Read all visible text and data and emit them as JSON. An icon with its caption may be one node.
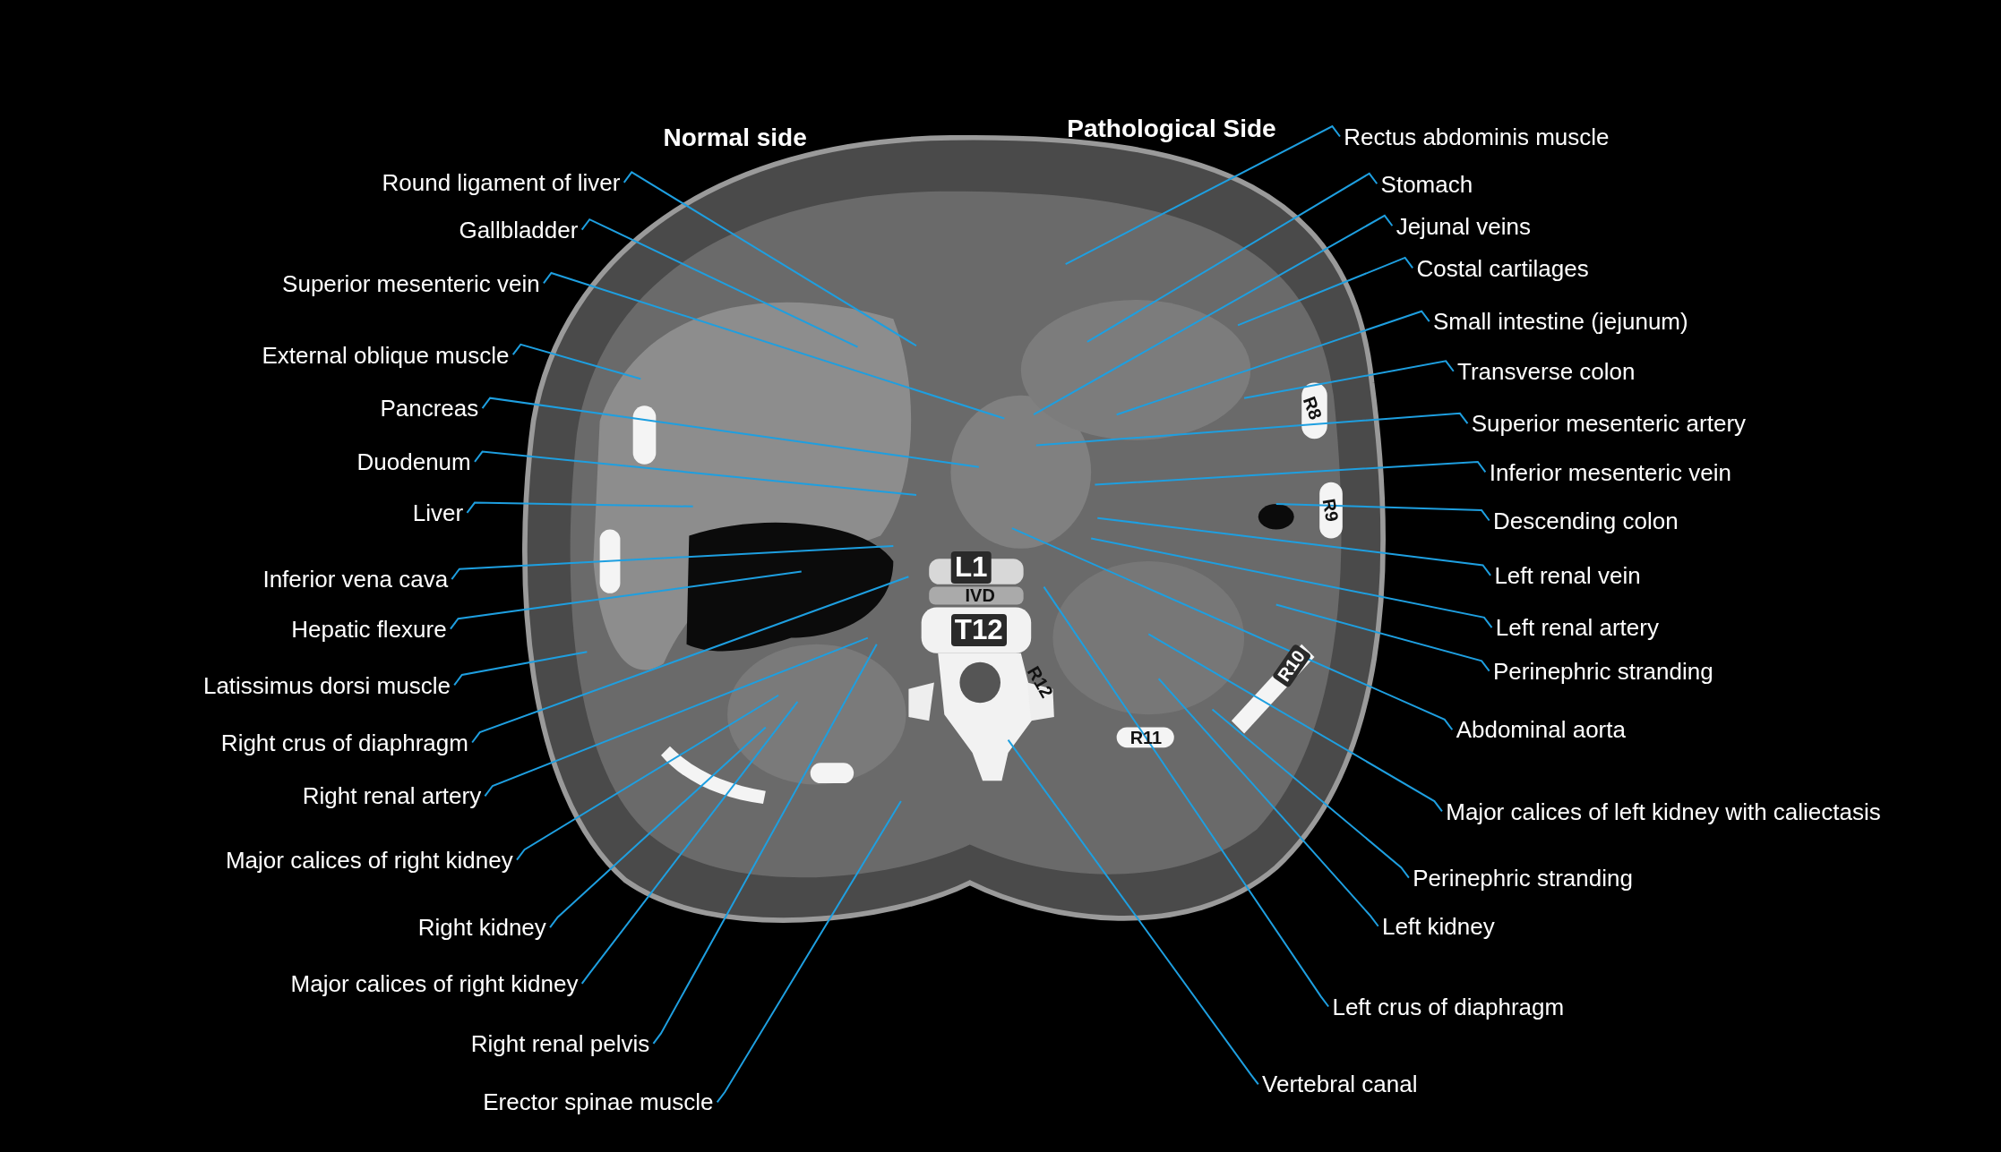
{
  "diagram": {
    "nodes": [
      {
        "text": [
          "Round ligament of liver"
        ]
      },
      {
        "text": [
          "Gallbladder"
        ]
      },
      {
        "text": [
          "Superior mesenteric vein"
        ]
      },
      {
        "text": [
          "External oblique muscle"
        ]
      },
      {
        "text": [
          "Pancreas"
        ]
      },
      {
        "text": [
          "Duodenum"
        ]
      },
      {
        "text": [
          "Liver"
        ]
      },
      {
        "text": [
          "Inferior vena cava"
        ]
      },
      {
        "text": [
          "Hepatic flexure"
        ]
      },
      {
        "text": [
          "Latissimus dorsi muscle"
        ]
      },
      {
        "text": [
          "Right crus of diaphragm"
        ]
      },
      {
        "text": [
          "Right renal artery"
        ]
      },
      {
        "text": [
          "Major calices of right kidney"
        ]
      },
      {
        "text": [
          "Right kidney"
        ]
      },
      {
        "text": [
          "Major calices of right kidney"
        ]
      },
      {
        "text": [
          "Right renal pelvis"
        ]
      },
      {
        "text": [
          "Erector spinae muscle"
        ]
      },
      {
        "text": [
          "Rectus abdominis muscle"
        ]
      },
      {
        "text": [
          "Stomach"
        ]
      },
      {
        "text": [
          "Jejunal veins"
        ]
      },
      {
        "text": [
          "Costal cartilages"
        ]
      },
      {
        "text": [
          "Small intestine (jejunum)"
        ]
      },
      {
        "text": [
          "Transverse colon"
        ]
      },
      {
        "text": [
          "Superior mesenteric artery"
        ]
      },
      {
        "text": [
          "Inferior mesenteric vein"
        ]
      },
      {
        "text": [
          "Descending colon"
        ]
      },
      {
        "text": [
          "Left renal vein"
        ]
      },
      {
        "text": [
          "Left renal artery"
        ]
      },
      {
        "text": [
          "Perinephric stranding"
        ]
      },
      {
        "text": [
          "Abdominal aorta"
        ]
      },
      {
        "text": [
          "Major calices of left kidney with caliectasis"
        ]
      },
      {
        "text": [
          "Perinephric stranding"
        ]
      },
      {
        "text": [
          "Left kidney"
        ]
      },
      {
        "text": [
          "Left crus of diaphragm"
        ]
      },
      {
        "text": [
          "Vertebral canal"
        ]
      }
    ],
    "edges": [
      {
        "from": 0,
        "to": null,
        "arrow": "none"
      },
      {
        "from": 1,
        "to": null,
        "arrow": "none"
      },
      {
        "from": 2,
        "to": null,
        "arrow": "none"
      },
      {
        "from": 3,
        "to": null,
        "arrow": "none"
      },
      {
        "from": 4,
        "to": null,
        "arrow": "none"
      },
      {
        "from": 5,
        "to": null,
        "arrow": "none"
      },
      {
        "from": 6,
        "to": null,
        "arrow": "none"
      },
      {
        "from": 7,
        "to": null,
        "arrow": "none"
      },
      {
        "from": 8,
        "to": null,
        "arrow": "none"
      },
      {
        "from": 9,
        "to": null,
        "arrow": "none"
      },
      {
        "from": 10,
        "to": null,
        "arrow": "none"
      },
      {
        "from": 11,
        "to": null,
        "arrow": "none"
      },
      {
        "from": 12,
        "to": null,
        "arrow": "none"
      },
      {
        "from": 13,
        "to": null,
        "arrow": "none"
      },
      {
        "from": 14,
        "to": null,
        "arrow": "none"
      },
      {
        "from": 15,
        "to": null,
        "arrow": "none"
      },
      {
        "from": 16,
        "to": null,
        "arrow": "none"
      },
      {
        "from": 17,
        "to": null,
        "arrow": "none"
      },
      {
        "from": 18,
        "to": null,
        "arrow": "none"
      },
      {
        "from": 19,
        "to": null,
        "arrow": "none"
      },
      {
        "from": 20,
        "to": null,
        "arrow": "none"
      },
      {
        "from": 21,
        "to": null,
        "arrow": "none"
      },
      {
        "from": 22,
        "to": null,
        "arrow": "none"
      },
      {
        "from": 23,
        "to": null,
        "arrow": "none"
      },
      {
        "from": 24,
        "to": null,
        "arrow": "none"
      },
      {
        "from": 25,
        "to": null,
        "arrow": "none"
      },
      {
        "from": 26,
        "to": null,
        "arrow": "none"
      },
      {
        "from": 27,
        "to": null,
        "arrow": "none"
      },
      {
        "from": 28,
        "to": null,
        "arrow": "none"
      },
      {
        "from": 29,
        "to": null,
        "arrow": "none"
      },
      {
        "from": 30,
        "to": null,
        "arrow": "none"
      },
      {
        "from": 31,
        "to": null,
        "arrow": "none"
      },
      {
        "from": 32,
        "to": null,
        "arrow": "none"
      },
      {
        "from": 33,
        "to": null,
        "arrow": "none"
      },
      {
        "from": 34,
        "to": null,
        "arrow": "none"
      }
    ],
    "labels": [
      "Normal side",
      "Pathological Side",
      "L1",
      "IVD",
      "T12",
      "R8",
      "R9",
      "R10",
      "R11",
      "R12"
    ]
  }
}
